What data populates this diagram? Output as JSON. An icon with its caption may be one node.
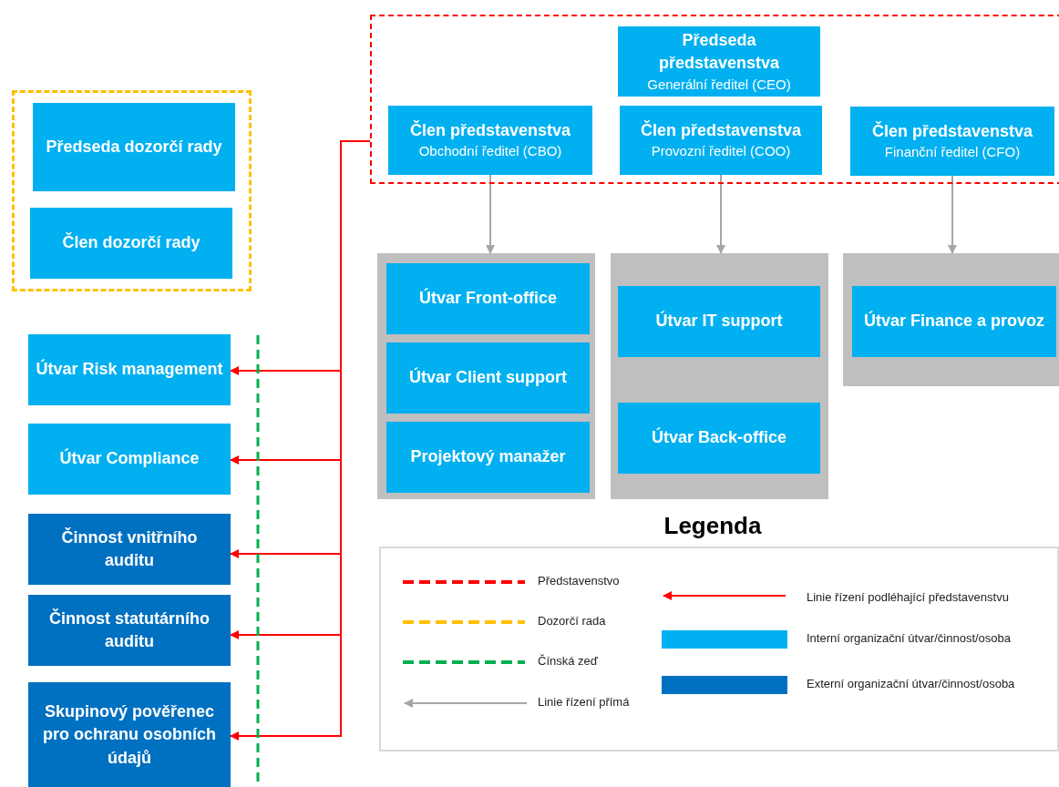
{
  "diagram": {
    "nodes": [
      {
        "text": [],
        "shape": "box"
      },
      {
        "text": [
          "Předseda představenstva",
          "Generální ředitel (CEO)"
        ],
        "in": 0
      },
      {
        "text": [
          "Člen představenstva",
          "Obchodní ředitel (CBO)"
        ],
        "in": 0
      },
      {
        "text": [
          "Člen představenstva",
          "Provozní ředitel (COO)"
        ],
        "in": 0
      },
      {
        "text": [
          "Člen představenstva",
          "Finanční ředitel (CFO)"
        ],
        "in": 0
      },
      {
        "text": [],
        "shape": "box"
      },
      {
        "text": [
          "Předseda dozorčí rady"
        ],
        "in": 5
      },
      {
        "text": [
          "Člen dozorčí rady"
        ],
        "in": 5
      },
      {
        "text": [],
        "shape": "box"
      },
      {
        "text": [
          "Útvar Front-office"
        ],
        "in": 8
      },
      {
        "text": [
          "Útvar Client support"
        ],
        "in": 8
      },
      {
        "text": [
          "Projektový manažer"
        ],
        "in": 8
      },
      {
        "text": [],
        "shape": "box"
      },
      {
        "text": [
          "Útvar IT support"
        ],
        "in": 12
      },
      {
        "text": [
          "Útvar Back-office"
        ],
        "in": 12
      },
      {
        "text": [],
        "shape": "box"
      },
      {
        "text": [
          "Útvar Finance a provoz"
        ],
        "in": 15
      },
      {
        "text": [
          "Útvar Risk management"
        ]
      },
      {
        "text": [
          "Útvar Compliance"
        ]
      },
      {
        "text": [
          "Činnost vnitřního auditu"
        ]
      },
      {
        "text": [
          "Činnost statutárního auditu"
        ]
      },
      {
        "text": [
          "Skupinový pověřenec pro ochranu osobních údajů"
        ]
      }
    ],
    "edges": [
      {
        "from": 2,
        "to": 8,
        "arrow": "to",
        "color": "#a6a6a6"
      },
      {
        "from": 3,
        "to": 12,
        "arrow": "to",
        "color": "#a6a6a6"
      },
      {
        "from": 4,
        "to": 15,
        "arrow": "to",
        "color": "#a6a6a6"
      },
      {
        "from": 0,
        "to": 17,
        "arrow": "to"
      },
      {
        "from": 0,
        "to": 18,
        "arrow": "to"
      },
      {
        "from": 0,
        "to": 19,
        "arrow": "to"
      },
      {
        "from": 0,
        "to": 20,
        "arrow": "to"
      },
      {
        "from": 0,
        "to": 21,
        "arrow": "to"
      }
    ],
    "labels": [
      "Legenda"
    ],
    "legend": [
      {
        "text": "Představenstvo"
      },
      {
        "text": "Dozorčí rada"
      },
      {
        "text": "Čínská zeď"
      },
      {
        "text": "Linie řízení přímá"
      },
      {
        "text": "Linie řízení podléhající představenstvu"
      },
      {
        "text": "Interní organizační útvar/činnost/osoba",
        "color": "#00b0f0"
      },
      {
        "text": "Externí organizační útvar/činnost/osoba",
        "color": "#0070c0"
      }
    ]
  }
}
